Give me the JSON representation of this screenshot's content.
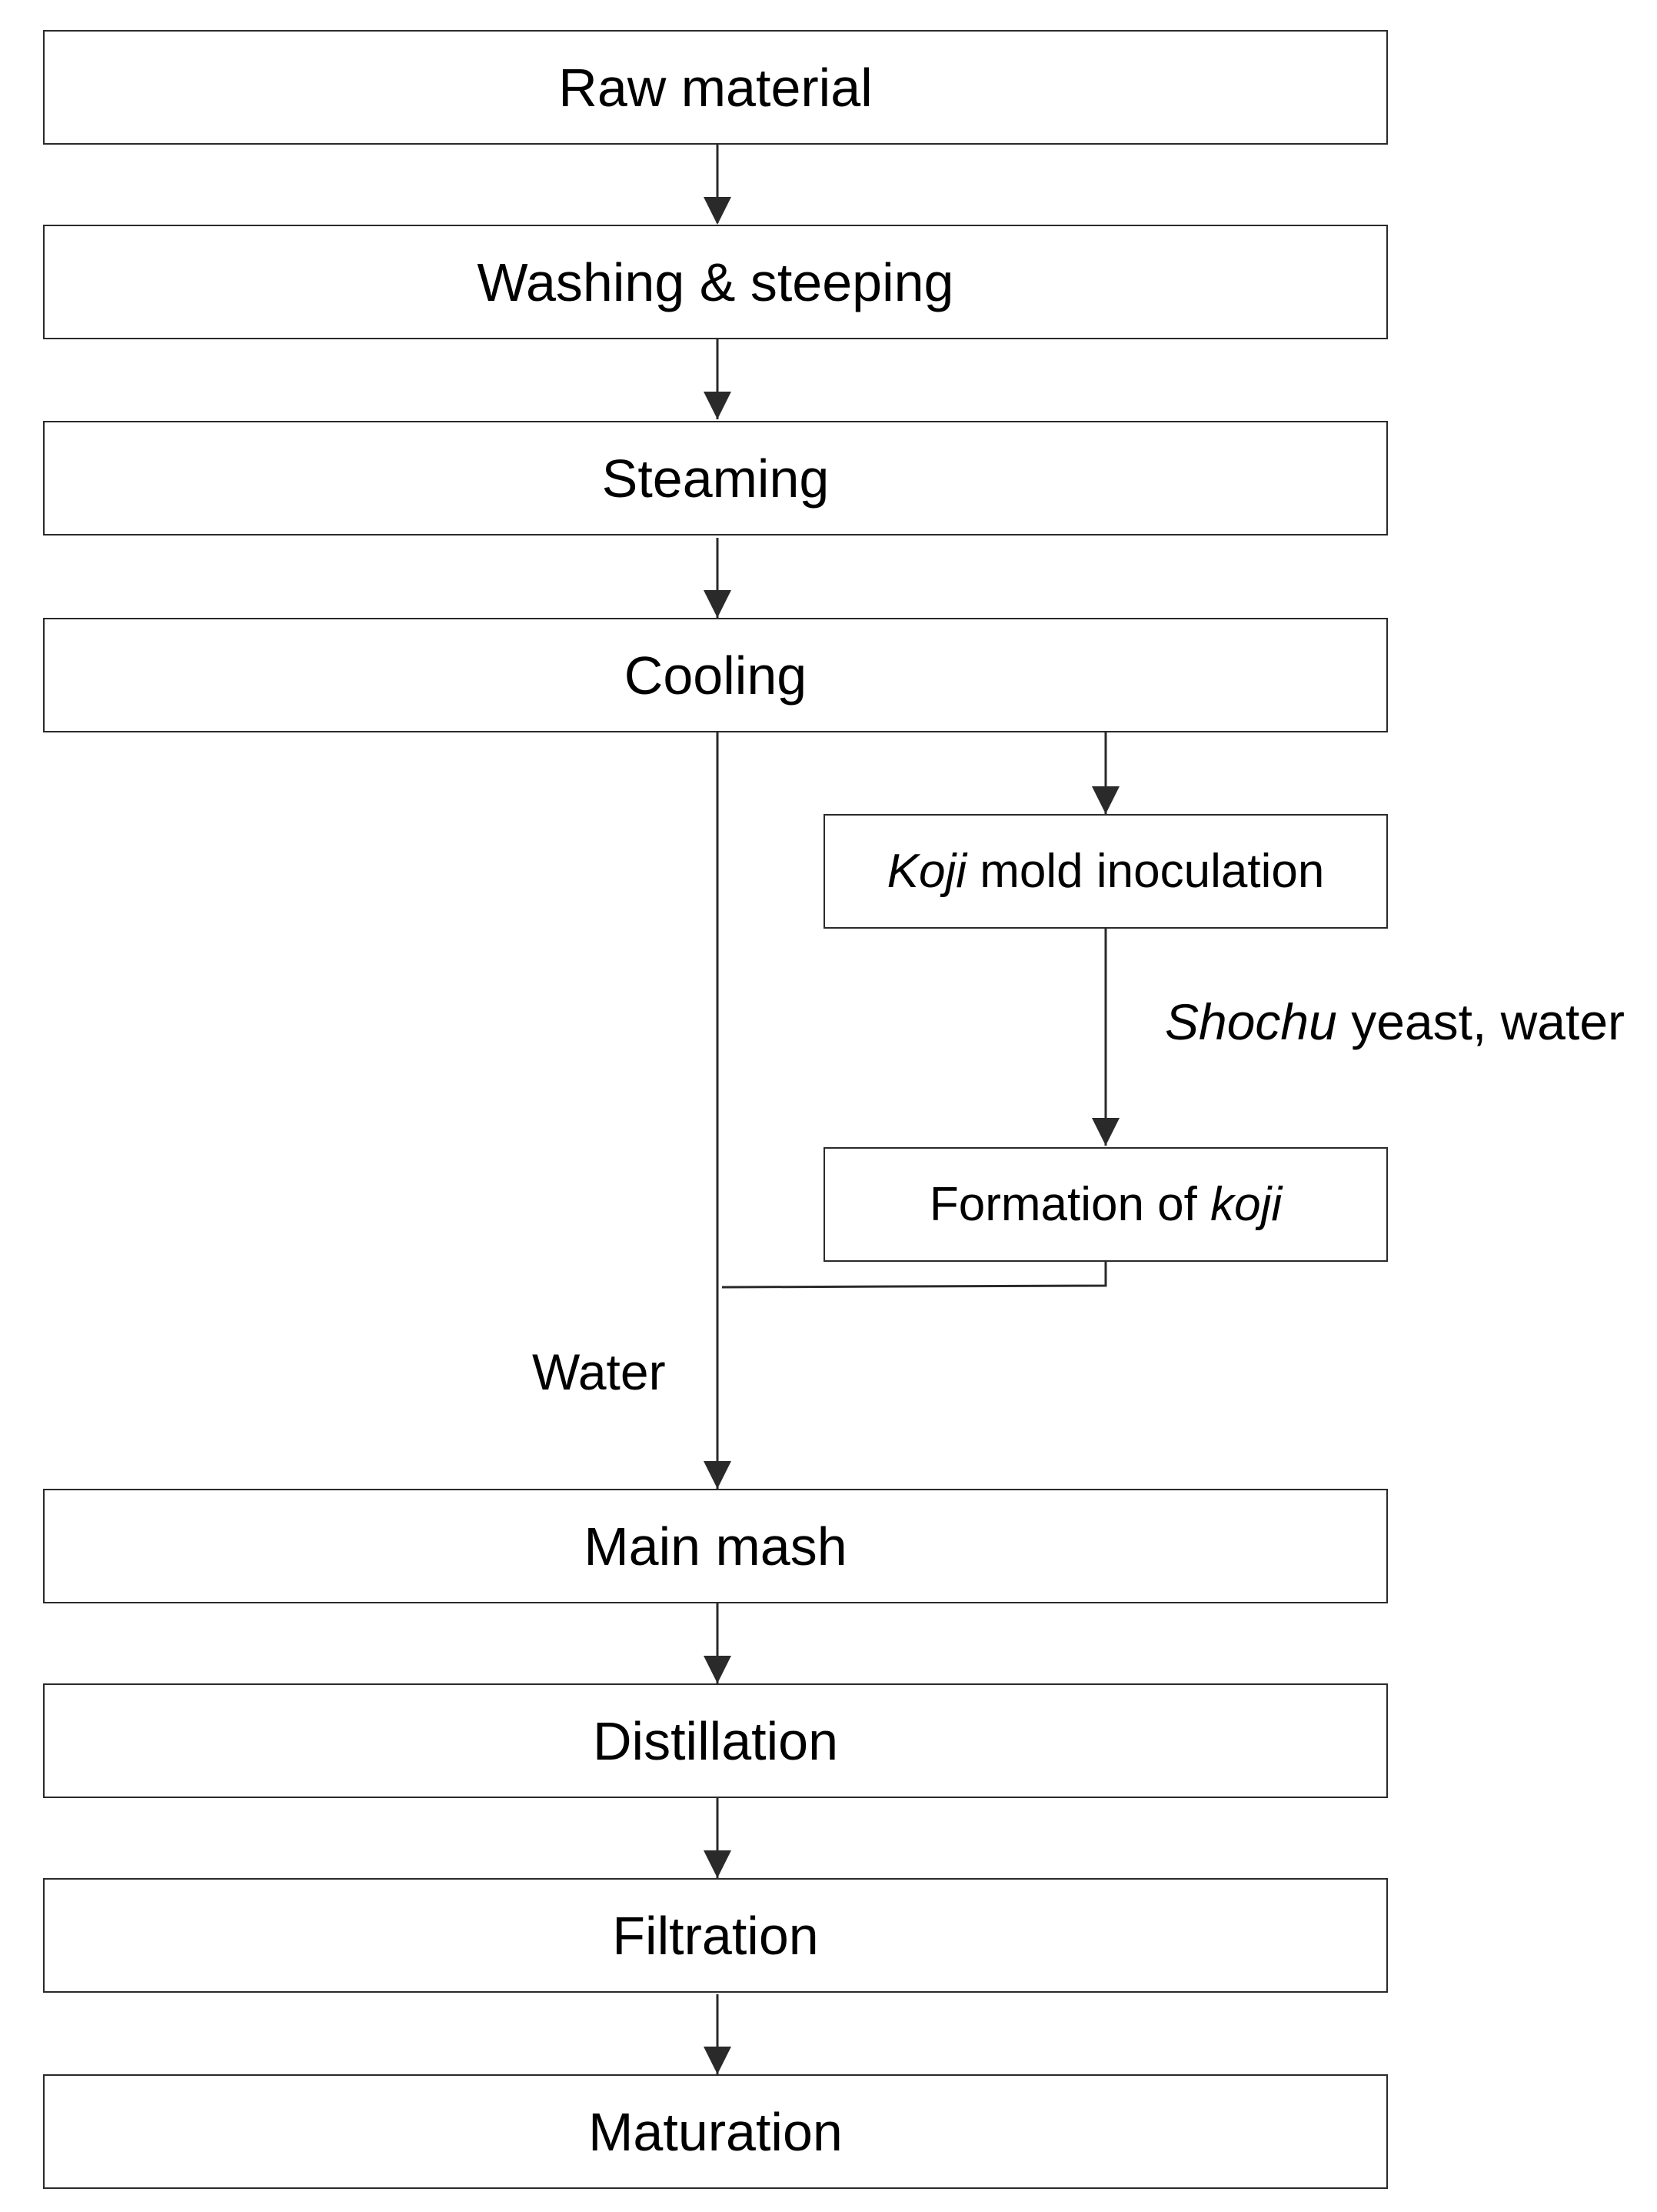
{
  "steps": {
    "raw_material": "Raw material",
    "washing_steeping": "Washing & steeping",
    "steaming": "Steaming",
    "cooling": "Cooling",
    "koji_inoculation": {
      "italic": "Koji",
      "rest": " mold inoculation"
    },
    "formation_koji": {
      "rest": "Formation of ",
      "italic": "koji"
    },
    "main_mash": "Main mash",
    "distillation": "Distillation",
    "filtration": "Filtration",
    "maturation": "Maturation"
  },
  "annotations": {
    "shochu_yeast": {
      "italic": "Shochu",
      "rest": " yeast, water"
    },
    "water": "Water"
  },
  "colors": {
    "line": "#2a2a2a",
    "box_fill": "#ffffff",
    "text": "#000000"
  }
}
